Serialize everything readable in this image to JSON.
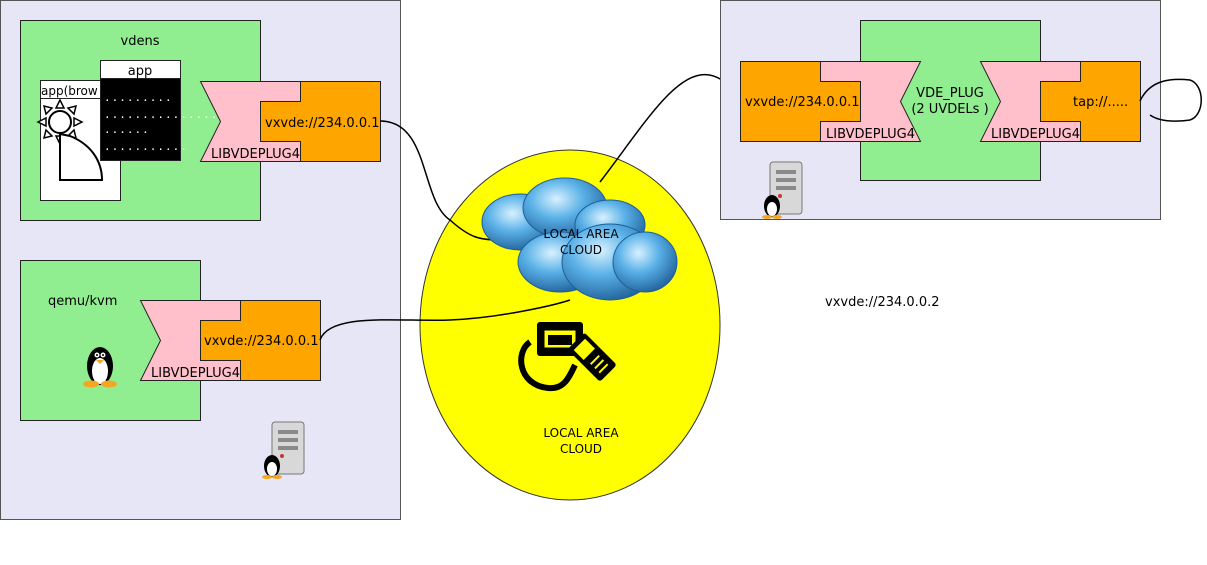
{
  "colors": {
    "host_bg": "#e6e6f7",
    "host_border": "#555555",
    "green": "#90ee90",
    "orange": "#ffa500",
    "pink": "#ffc0cb",
    "yellow": "#ffff00",
    "black": "#000000"
  },
  "left_host": {
    "vdens": {
      "title": "vdens",
      "app_label": "app",
      "browser_label": "app(brow",
      "terminal_lines": [
        ".........",
        "...............",
        "......",
        "..........."
      ],
      "plug": {
        "address": "vxvde://234.0.0.1",
        "lib": "LIBVDEPLUG4"
      }
    },
    "qemu": {
      "title": "qemu/kvm",
      "plug": {
        "address": "vxvde://234.0.0.1",
        "lib": "LIBVDEPLUG4"
      }
    },
    "icons": [
      "tux-icon",
      "server-tux-icon",
      "sun-browser-icon"
    ]
  },
  "lan": {
    "cloud_label_top": [
      "LOCAL AREA",
      "CLOUD"
    ],
    "cloud_label_bottom": [
      "LOCAL AREA",
      "CLOUD"
    ],
    "icons": [
      "cloud-icon",
      "ethernet-cable-icon"
    ]
  },
  "right_host": {
    "vde_plug": {
      "title": "VDE_PLUG",
      "subtitle": "(2 UVDELs )"
    },
    "left_plug": {
      "address": "vxvde://234.0.0.1",
      "lib": "LIBVDEPLUG4"
    },
    "right_plug": {
      "address": "tap://.....",
      "lib": "LIBVDEPLUG4"
    },
    "icons": [
      "server-tux-icon"
    ]
  },
  "free_label": "vxvde://234.0.0.2"
}
